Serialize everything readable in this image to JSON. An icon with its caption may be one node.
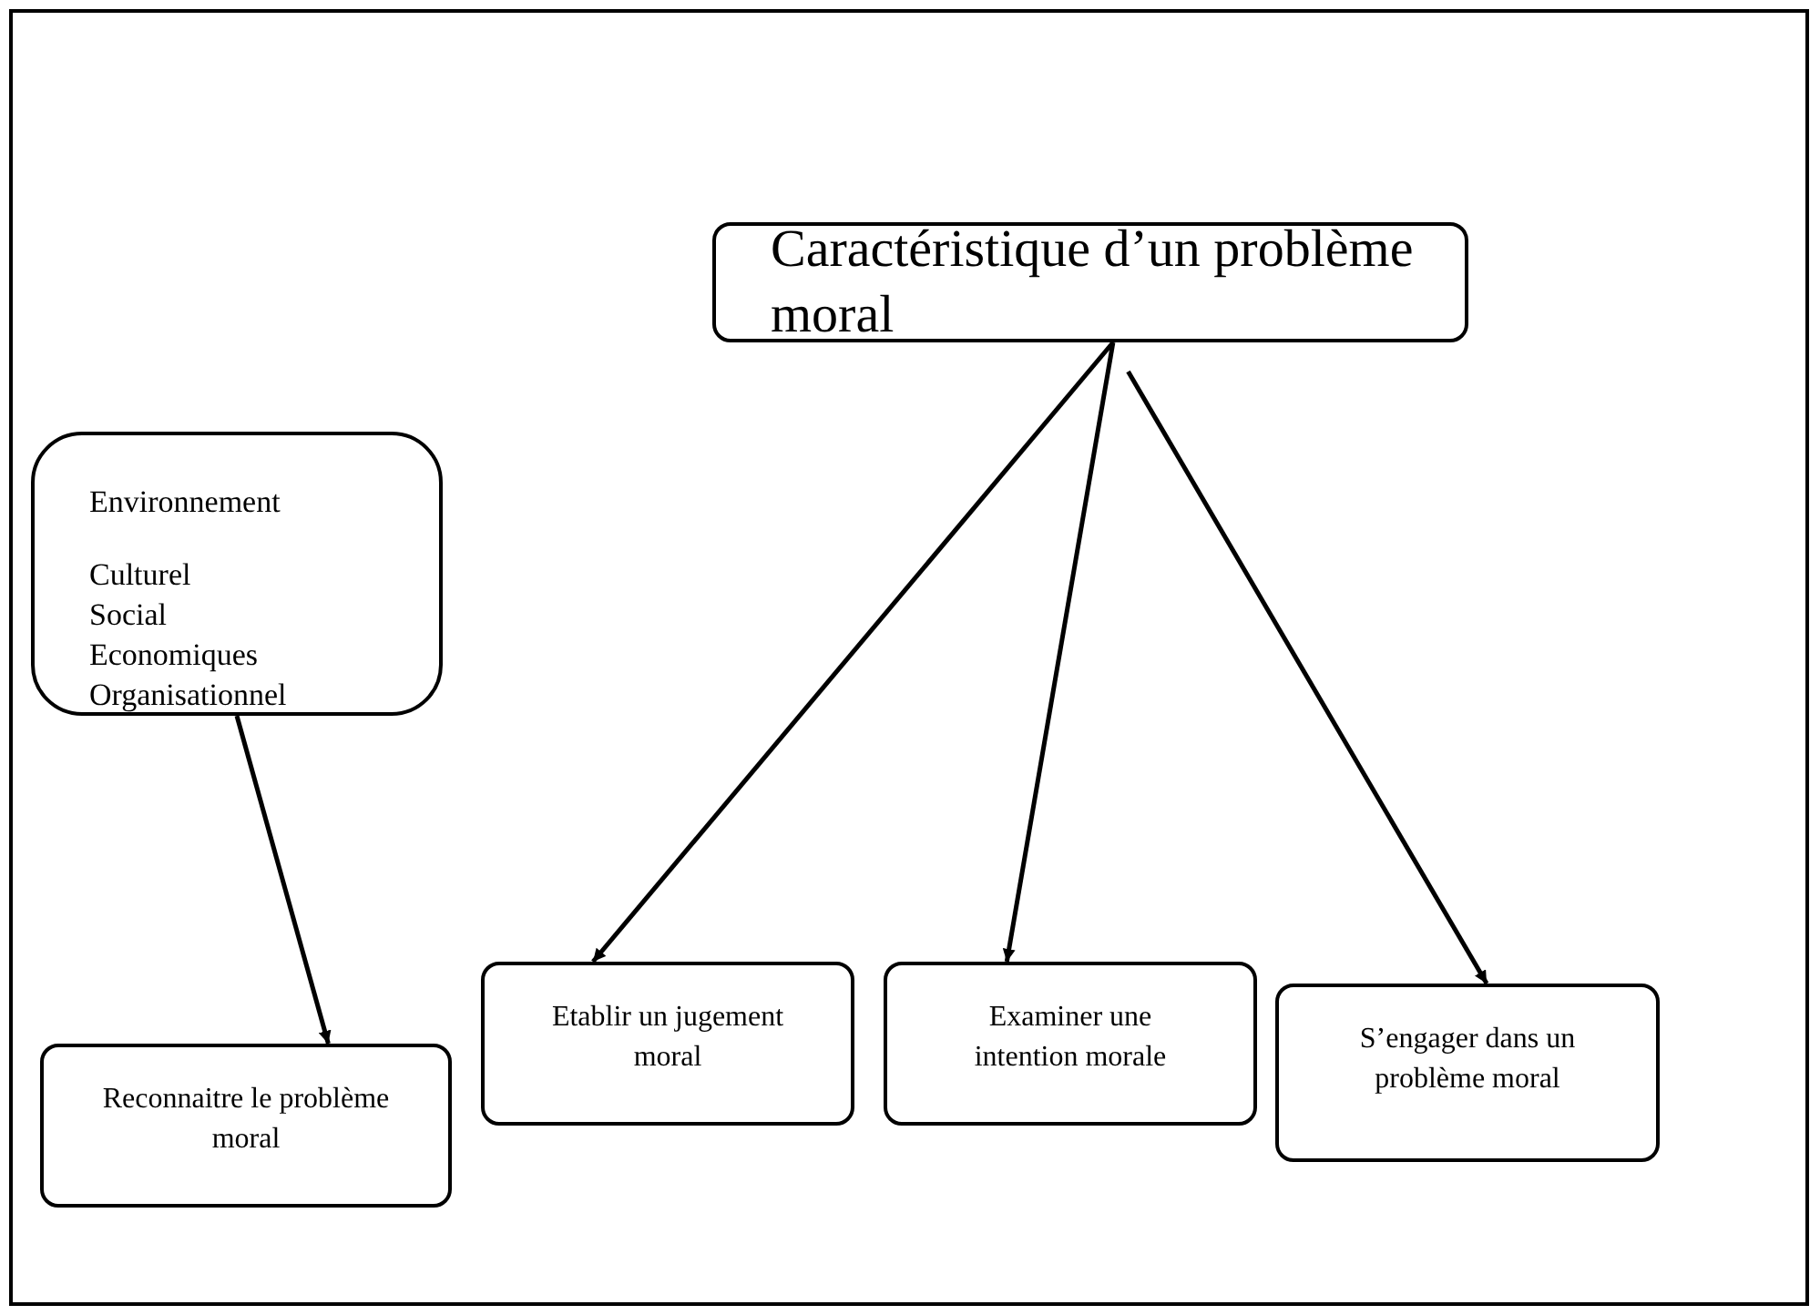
{
  "diagram": {
    "nodes": [
      {
        "text": [
          "Caractéristique d’un problème moral"
        ]
      },
      {
        "text": [
          "Environnement",
          "Culturel",
          "Social",
          "Economiques",
          "Organisationnel"
        ]
      },
      {
        "text": [
          "Reconnaitre le problème moral"
        ]
      },
      {
        "text": [
          "Etablir un jugement moral"
        ]
      },
      {
        "text": [
          "Examiner une intention morale"
        ]
      },
      {
        "text": [
          "S’engager dans un problème moral"
        ]
      }
    ],
    "edges": [
      {
        "from": 1,
        "to": 2,
        "arrow": "to"
      },
      {
        "from": 0,
        "to": 3,
        "arrow": "to"
      },
      {
        "from": 0,
        "to": 4,
        "arrow": "to"
      },
      {
        "from": 0,
        "to": 5,
        "arrow": "to"
      }
    ]
  }
}
